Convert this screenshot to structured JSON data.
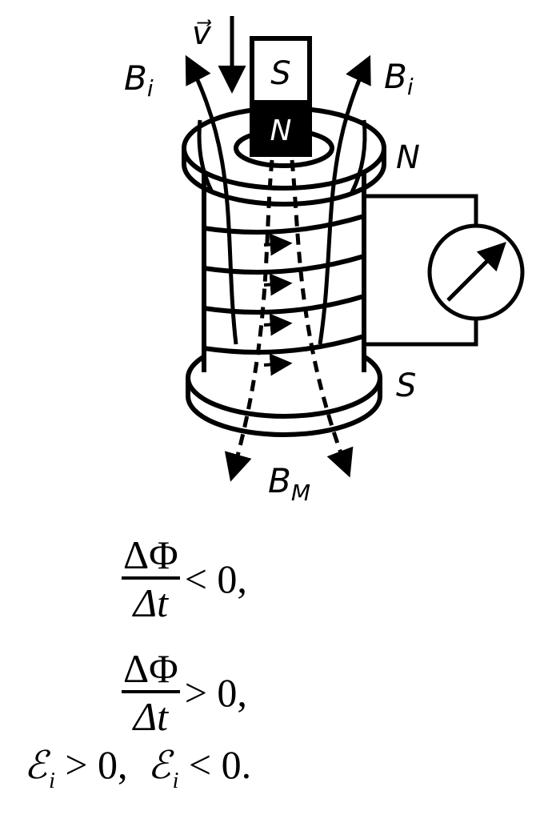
{
  "figure": {
    "magnet_top_label": "S",
    "magnet_bottom_label": "N",
    "velocity_label": "v⃗",
    "induced_field_left": "Bi",
    "induced_field_right": "Bi",
    "coil_top_pole": "N",
    "coil_bottom_pole": "S",
    "magnet_field_label": "BM"
  },
  "formulas": {
    "f1": {
      "numerator": "ΔΦ",
      "denominator": "Δt",
      "relation": "< 0,"
    },
    "f2": {
      "numerator": "ΔΦ",
      "denominator": "Δt",
      "relation": "> 0,"
    },
    "f3": {
      "part1": "ℰ",
      "sub1": "i",
      "rel1": " > 0,  ",
      "part2": "ℰ",
      "sub2": "i",
      "rel2": " < 0."
    }
  }
}
